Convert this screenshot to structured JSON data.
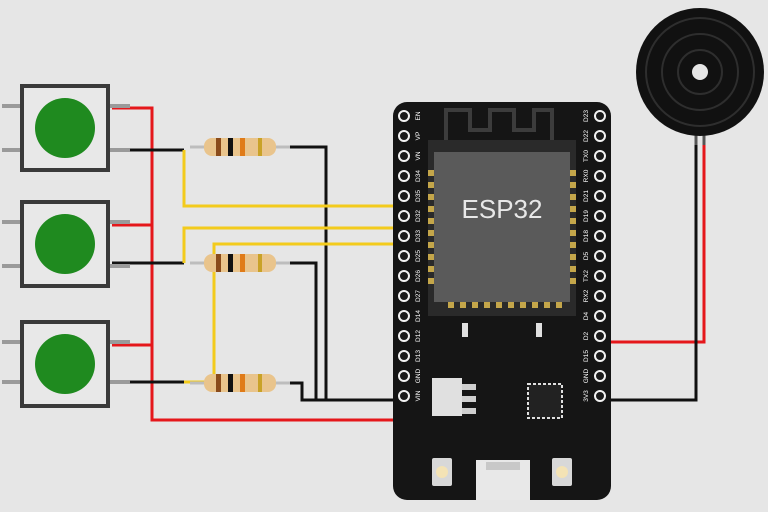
{
  "board": {
    "chip_label": "ESP32",
    "left_pins": [
      "EN",
      "VP",
      "VN",
      "D34",
      "D35",
      "D32",
      "D33",
      "D25",
      "D26",
      "D27",
      "D14",
      "D12",
      "D13",
      "GND",
      "VIN"
    ],
    "right_pins": [
      "D23",
      "D22",
      "TX0",
      "RX0",
      "D21",
      "D19",
      "D18",
      "D5",
      "TX2",
      "RX2",
      "D4",
      "D2",
      "D15",
      "GND",
      "3V3"
    ]
  },
  "components": {
    "buttons": [
      {
        "name": "pushbutton-1",
        "color": "#1f8a1f"
      },
      {
        "name": "pushbutton-2",
        "color": "#1f8a1f"
      },
      {
        "name": "pushbutton-3",
        "color": "#1f8a1f"
      }
    ],
    "resistors": [
      {
        "name": "resistor-1"
      },
      {
        "name": "resistor-2"
      },
      {
        "name": "resistor-3"
      }
    ],
    "buzzer": {
      "name": "piezo-buzzer"
    }
  },
  "colors": {
    "background": "#e6e6e6",
    "wire_red": "#e5171b",
    "wire_black": "#111111",
    "wire_yellow": "#f3cb1c",
    "board": "#151515",
    "button_green": "#1f8a1f",
    "resistor_body": "#e9c48c"
  }
}
